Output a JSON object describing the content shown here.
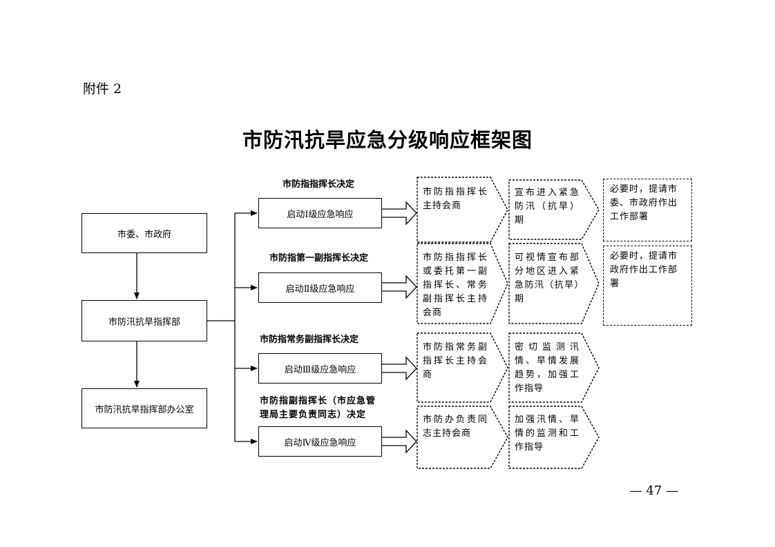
{
  "page": {
    "attachment_label": "附件 2",
    "title": "市防汛抗旱应急分级响应框架图",
    "page_number": "— 47 —"
  },
  "org": {
    "city_gov": "市委、市政府",
    "hq": "市防汛抗旱指挥部",
    "office": "市防汛抗旱指挥部办公室"
  },
  "levels": [
    {
      "decision": [
        "市防指指挥长决定"
      ],
      "response": "启动Ⅰ级应急响应",
      "host": "市防指指挥长主持会商",
      "action": "宣布进入紧急防汛（抗旱）期",
      "extra": "必要时，提请市委、市政府作出工作部署"
    },
    {
      "decision": [
        "市防指第一副指挥长决定"
      ],
      "response": "启动Ⅱ级应急响应",
      "host": "市防指指挥长或委托第一副指挥长、常务副指挥长主持会商",
      "action": "可视情宣布部分地区进入紧急防汛（抗旱）期",
      "extra": "必要时，提请市政府作出工作部署"
    },
    {
      "decision": [
        "市防指常务副指挥长决定"
      ],
      "response": "启动Ⅲ级应急响应",
      "host": "市防指常务副指挥长主持会商",
      "action": "密切监测汛情、旱情发展趋势，加强工作指导"
    },
    {
      "decision": [
        "市防指副指挥长（市应急管",
        "理局主要负责同志）决定"
      ],
      "response": "启动Ⅳ级应急响应",
      "host": "市防办负责同志主持会商",
      "action": "加强汛情、旱情的监测和工作指导"
    }
  ]
}
